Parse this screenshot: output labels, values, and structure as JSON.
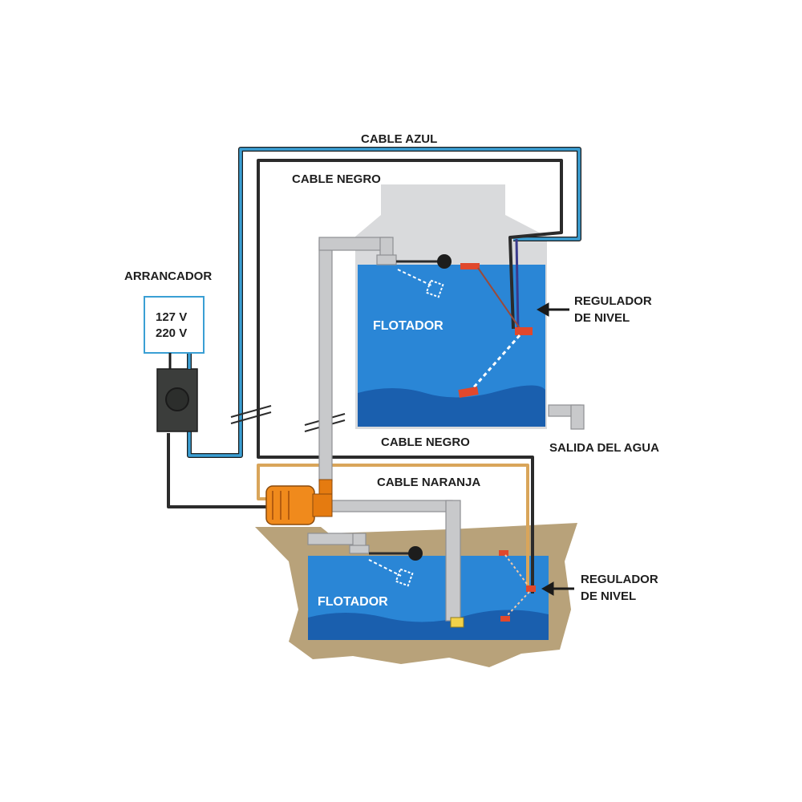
{
  "labels": {
    "cable_azul": "CABLE AZUL",
    "cable_negro_top": "CABLE NEGRO",
    "cable_negro_mid": "CABLE NEGRO",
    "cable_naranja": "CABLE NARANJA",
    "arrancador": "ARRANCADOR",
    "voltage_1": "127 V",
    "voltage_2": "220 V",
    "flotador_top": "FLOTADOR",
    "flotador_bottom": "FLOTADOR",
    "regulador_top_1": "REGULADOR",
    "regulador_top_2": "DE NIVEL",
    "regulador_bottom_1": "REGULADOR",
    "regulador_bottom_2": "DE NIVEL",
    "salida": "SALIDA DEL AGUA"
  },
  "colors": {
    "cable_blue": "#3a9fd4",
    "cable_black": "#2b2b2b",
    "cable_orange": "#d9a55a",
    "water": "#2a86d6",
    "water_deep": "#1a5fae",
    "tank": "#d9dadc",
    "ground": "#b8a27a",
    "pipe": "#c8c9cb",
    "pump": "#f08a1c",
    "regulator_red": "#e0482c"
  },
  "icons": {
    "switch_box": "starter-switch-icon",
    "pump": "water-pump-icon"
  }
}
